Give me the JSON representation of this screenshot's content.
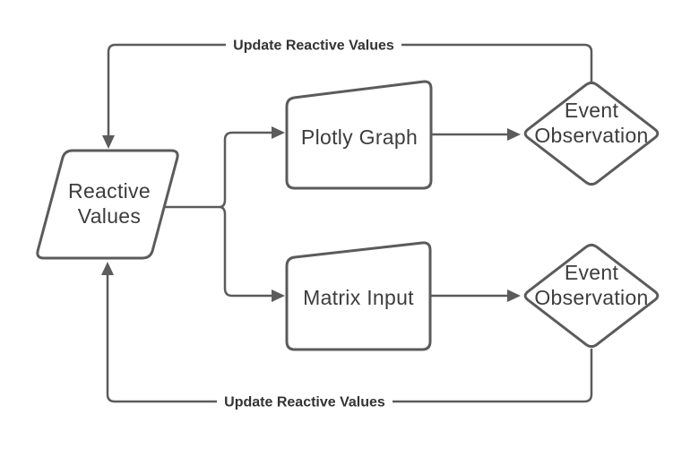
{
  "diagram": {
    "nodes": {
      "reactive_values": {
        "type": "parallelogram",
        "line1": "Reactive",
        "line2": "Values"
      },
      "plotly_graph": {
        "type": "manual-input-box",
        "label": "Plotly Graph"
      },
      "matrix_input": {
        "type": "manual-input-box",
        "label": "Matrix Input"
      },
      "event_observation_top": {
        "type": "diamond",
        "line1": "Event",
        "line2": "Observation"
      },
      "event_observation_bottom": {
        "type": "diamond",
        "line1": "Event",
        "line2": "Observation"
      }
    },
    "edges": [
      {
        "from": "reactive_values",
        "to": "plotly_graph",
        "label": ""
      },
      {
        "from": "reactive_values",
        "to": "matrix_input",
        "label": ""
      },
      {
        "from": "plotly_graph",
        "to": "event_observation_top",
        "label": ""
      },
      {
        "from": "matrix_input",
        "to": "event_observation_bottom",
        "label": ""
      },
      {
        "from": "event_observation_top",
        "to": "reactive_values",
        "label": "Update Reactive Values"
      },
      {
        "from": "event_observation_bottom",
        "to": "reactive_values",
        "label": "Update Reactive Values"
      }
    ],
    "edge_labels": {
      "top_feedback": "Update Reactive Values",
      "bottom_feedback": "Update Reactive Values"
    },
    "colors": {
      "stroke": "#5b5b5b",
      "shape_text": "#3d3d3d",
      "label_text": "#333333",
      "background": "#ffffff"
    }
  }
}
